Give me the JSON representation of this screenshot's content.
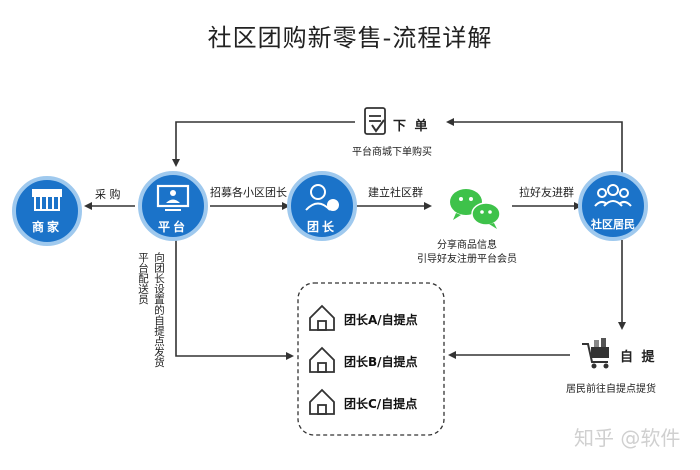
{
  "title": "社区团购新零售-流程详解",
  "nodes": {
    "merchant": "商家",
    "platform": "平台",
    "leader": "团长",
    "residents": "社区居民"
  },
  "order": {
    "label": "下 单",
    "sub": "平台商城下单购买"
  },
  "self_pickup": {
    "label": "自 提",
    "sub": "居民前往自提点提货"
  },
  "edges": {
    "purchase": "采 购",
    "recruit": "招募各小区团长",
    "build_group": "建立社区群",
    "invite": "拉好友进群",
    "platform_delivery": "平台配送员",
    "leader_pickup_ship": "向团长设置的自提点发货"
  },
  "wechat_sub": [
    "分享商品信息",
    "引导好友注册平台会员"
  ],
  "pickup_points": [
    "团长A/自提点",
    "团长B/自提点",
    "团长C/自提点"
  ],
  "watermark": "知乎 @软件",
  "colors": {
    "node_fill": "#1b73c9",
    "node_ring": "#9fc9ee",
    "arrow": "#333333",
    "wechat": "#3ec24a"
  }
}
